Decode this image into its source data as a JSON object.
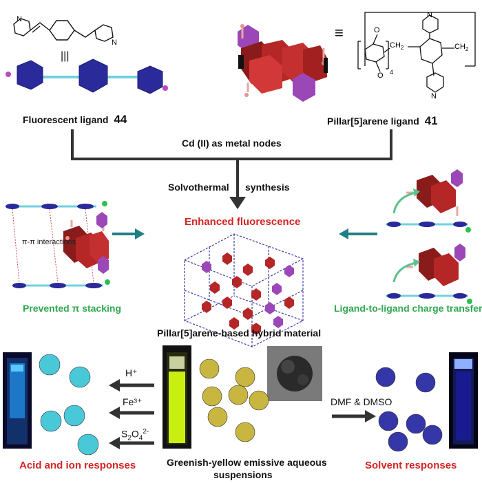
{
  "labels": {
    "fluor_ligand": "Fluorescent ligand",
    "fluor_num": "44",
    "pillar_ligand": "Pillar[5]arene ligand",
    "pillar_num": "41",
    "cd_nodes": "Cd (II) as metal nodes",
    "solvothermal": "Solvothermal",
    "synthesis": "synthesis",
    "enhanced": "Enhanced fluorescence",
    "pi_interactions": "π-π interactions",
    "prevented": "Prevented π stacking",
    "charge_transfer": "Ligand-to-ligand charge transfer",
    "hybrid": "Pillar[5]arene-based hybrid material",
    "h_plus": "H⁺",
    "fe3": "Fe³⁺",
    "s2o4_main": "S",
    "s2o4_sub2": "2",
    "s2o4_o": "O",
    "s2o4_sub4": "4",
    "s2o4_sup": "2-",
    "dmf": "DMF & DMSO",
    "acid": "Acid and ion responses",
    "greenish1": "Greenish-yellow emissive aqueous",
    "greenish2": "suspensions",
    "solvent": "Solvent responses",
    "equiv": "|||",
    "equiv2": "≡",
    "och3_top": "O",
    "och3_bot": "O",
    "ch2_a": "CH",
    "ch2_b": "CH",
    "sub_2a": "2",
    "sub_2b": "2",
    "n_top": "N",
    "n_bot": "N",
    "n_left": "N",
    "n_right": "N",
    "sub_4": "4"
  },
  "colors": {
    "red_text": "#d42424",
    "green_text": "#2fa84f",
    "teal_arrow": "#1f7f85",
    "navy_hex": "#2a2a9a",
    "crimson_hex": "#b52626",
    "violet_hex": "#9b47b8",
    "cyan_np": "#49c8d8",
    "yellow_np": "#c9b640",
    "blue_np": "#3537a8"
  }
}
